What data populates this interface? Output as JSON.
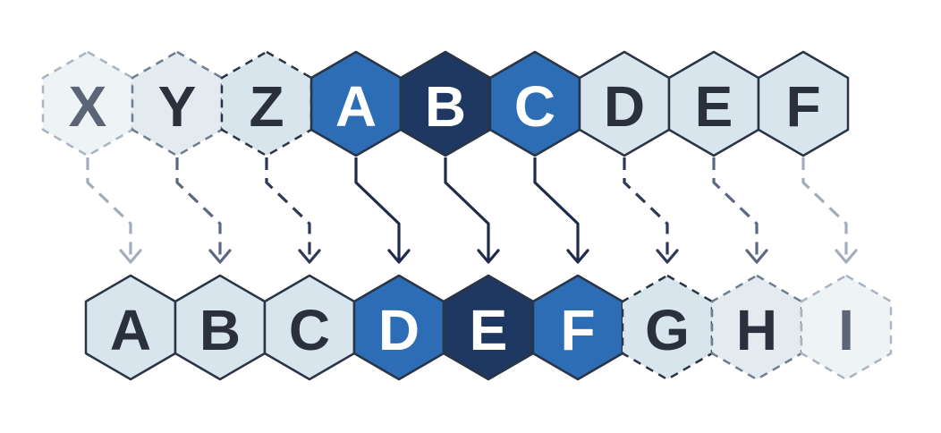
{
  "colors": {
    "ghost_fill": "#eef3f6",
    "ghost_stroke": "#a9b3c1",
    "ghost_text": "#5b6575",
    "faint_fill": "#e3ebf0",
    "faint_stroke": "#6f7d92",
    "pale_fill": "#d9e5ec",
    "pale_stroke": "#2a3447",
    "pale_text": "#2a313d",
    "mid_blue": "#2c6db5",
    "dark_blue": "#1e3862",
    "white_text": "#ffffff",
    "arrow_dark": "#1e2b4a",
    "arrow_mid": "#2e3a55",
    "arrow_soft": "#5c6780",
    "arrow_light": "#a4acbb"
  },
  "top_row": [
    {
      "letter": "X",
      "style": "ghost"
    },
    {
      "letter": "Y",
      "style": "faint"
    },
    {
      "letter": "Z",
      "style": "dashed-pale"
    },
    {
      "letter": "A",
      "style": "mid-blue"
    },
    {
      "letter": "B",
      "style": "dark-blue"
    },
    {
      "letter": "C",
      "style": "mid-blue"
    },
    {
      "letter": "D",
      "style": "pale"
    },
    {
      "letter": "E",
      "style": "pale"
    },
    {
      "letter": "F",
      "style": "pale"
    }
  ],
  "bottom_row": [
    {
      "letter": "A",
      "style": "pale"
    },
    {
      "letter": "B",
      "style": "pale"
    },
    {
      "letter": "C",
      "style": "pale"
    },
    {
      "letter": "D",
      "style": "mid-blue"
    },
    {
      "letter": "E",
      "style": "dark-blue"
    },
    {
      "letter": "F",
      "style": "mid-blue"
    },
    {
      "letter": "G",
      "style": "dashed-pale"
    },
    {
      "letter": "H",
      "style": "faint"
    },
    {
      "letter": "I",
      "style": "ghost"
    }
  ],
  "arrows": [
    {
      "from": "X",
      "to": "A",
      "style": "light-dashed"
    },
    {
      "from": "Y",
      "to": "B",
      "style": "soft-dashed"
    },
    {
      "from": "Z",
      "to": "C",
      "style": "dark-dashed"
    },
    {
      "from": "A",
      "to": "D",
      "style": "solid"
    },
    {
      "from": "B",
      "to": "E",
      "style": "solid"
    },
    {
      "from": "C",
      "to": "F",
      "style": "solid"
    },
    {
      "from": "D",
      "to": "G",
      "style": "dark-dashed"
    },
    {
      "from": "E",
      "to": "H",
      "style": "soft-dashed"
    },
    {
      "from": "F",
      "to": "I",
      "style": "light-dashed"
    }
  ]
}
